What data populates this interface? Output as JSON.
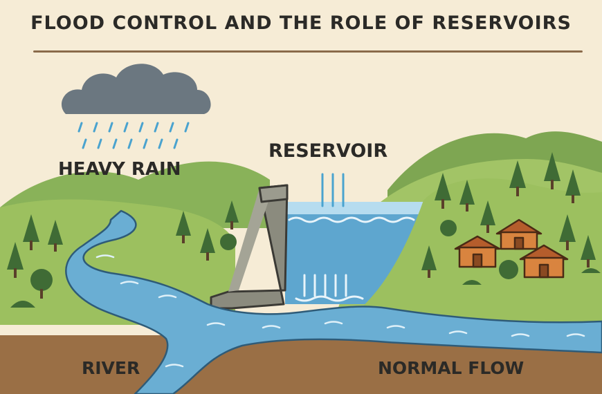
{
  "title": "FLOOD CONTROL AND THE ROLE OF RESERVOIRS",
  "labels": {
    "heavy_rain": "HEAVY RAIN",
    "reservoir": "RESERVOIR",
    "river": "RIVER",
    "normal_flow": "NORMAL FLOW"
  },
  "colors": {
    "background": "#f6ecd6",
    "far_hill": "#8db25a",
    "near_hill": "#9cc05f",
    "tree": "#3f6b35",
    "water": "#6aaed3",
    "water_deep": "#4f98c4",
    "dam": "#8a8a7c",
    "ground": "#9a6f45",
    "cloud": "#6b7780",
    "rain": "#4aa3cf",
    "house": "#d9843f"
  },
  "icons": [
    "storm-cloud-icon",
    "rain-drops-icon",
    "tree-icon",
    "house-icon",
    "dam-icon"
  ]
}
